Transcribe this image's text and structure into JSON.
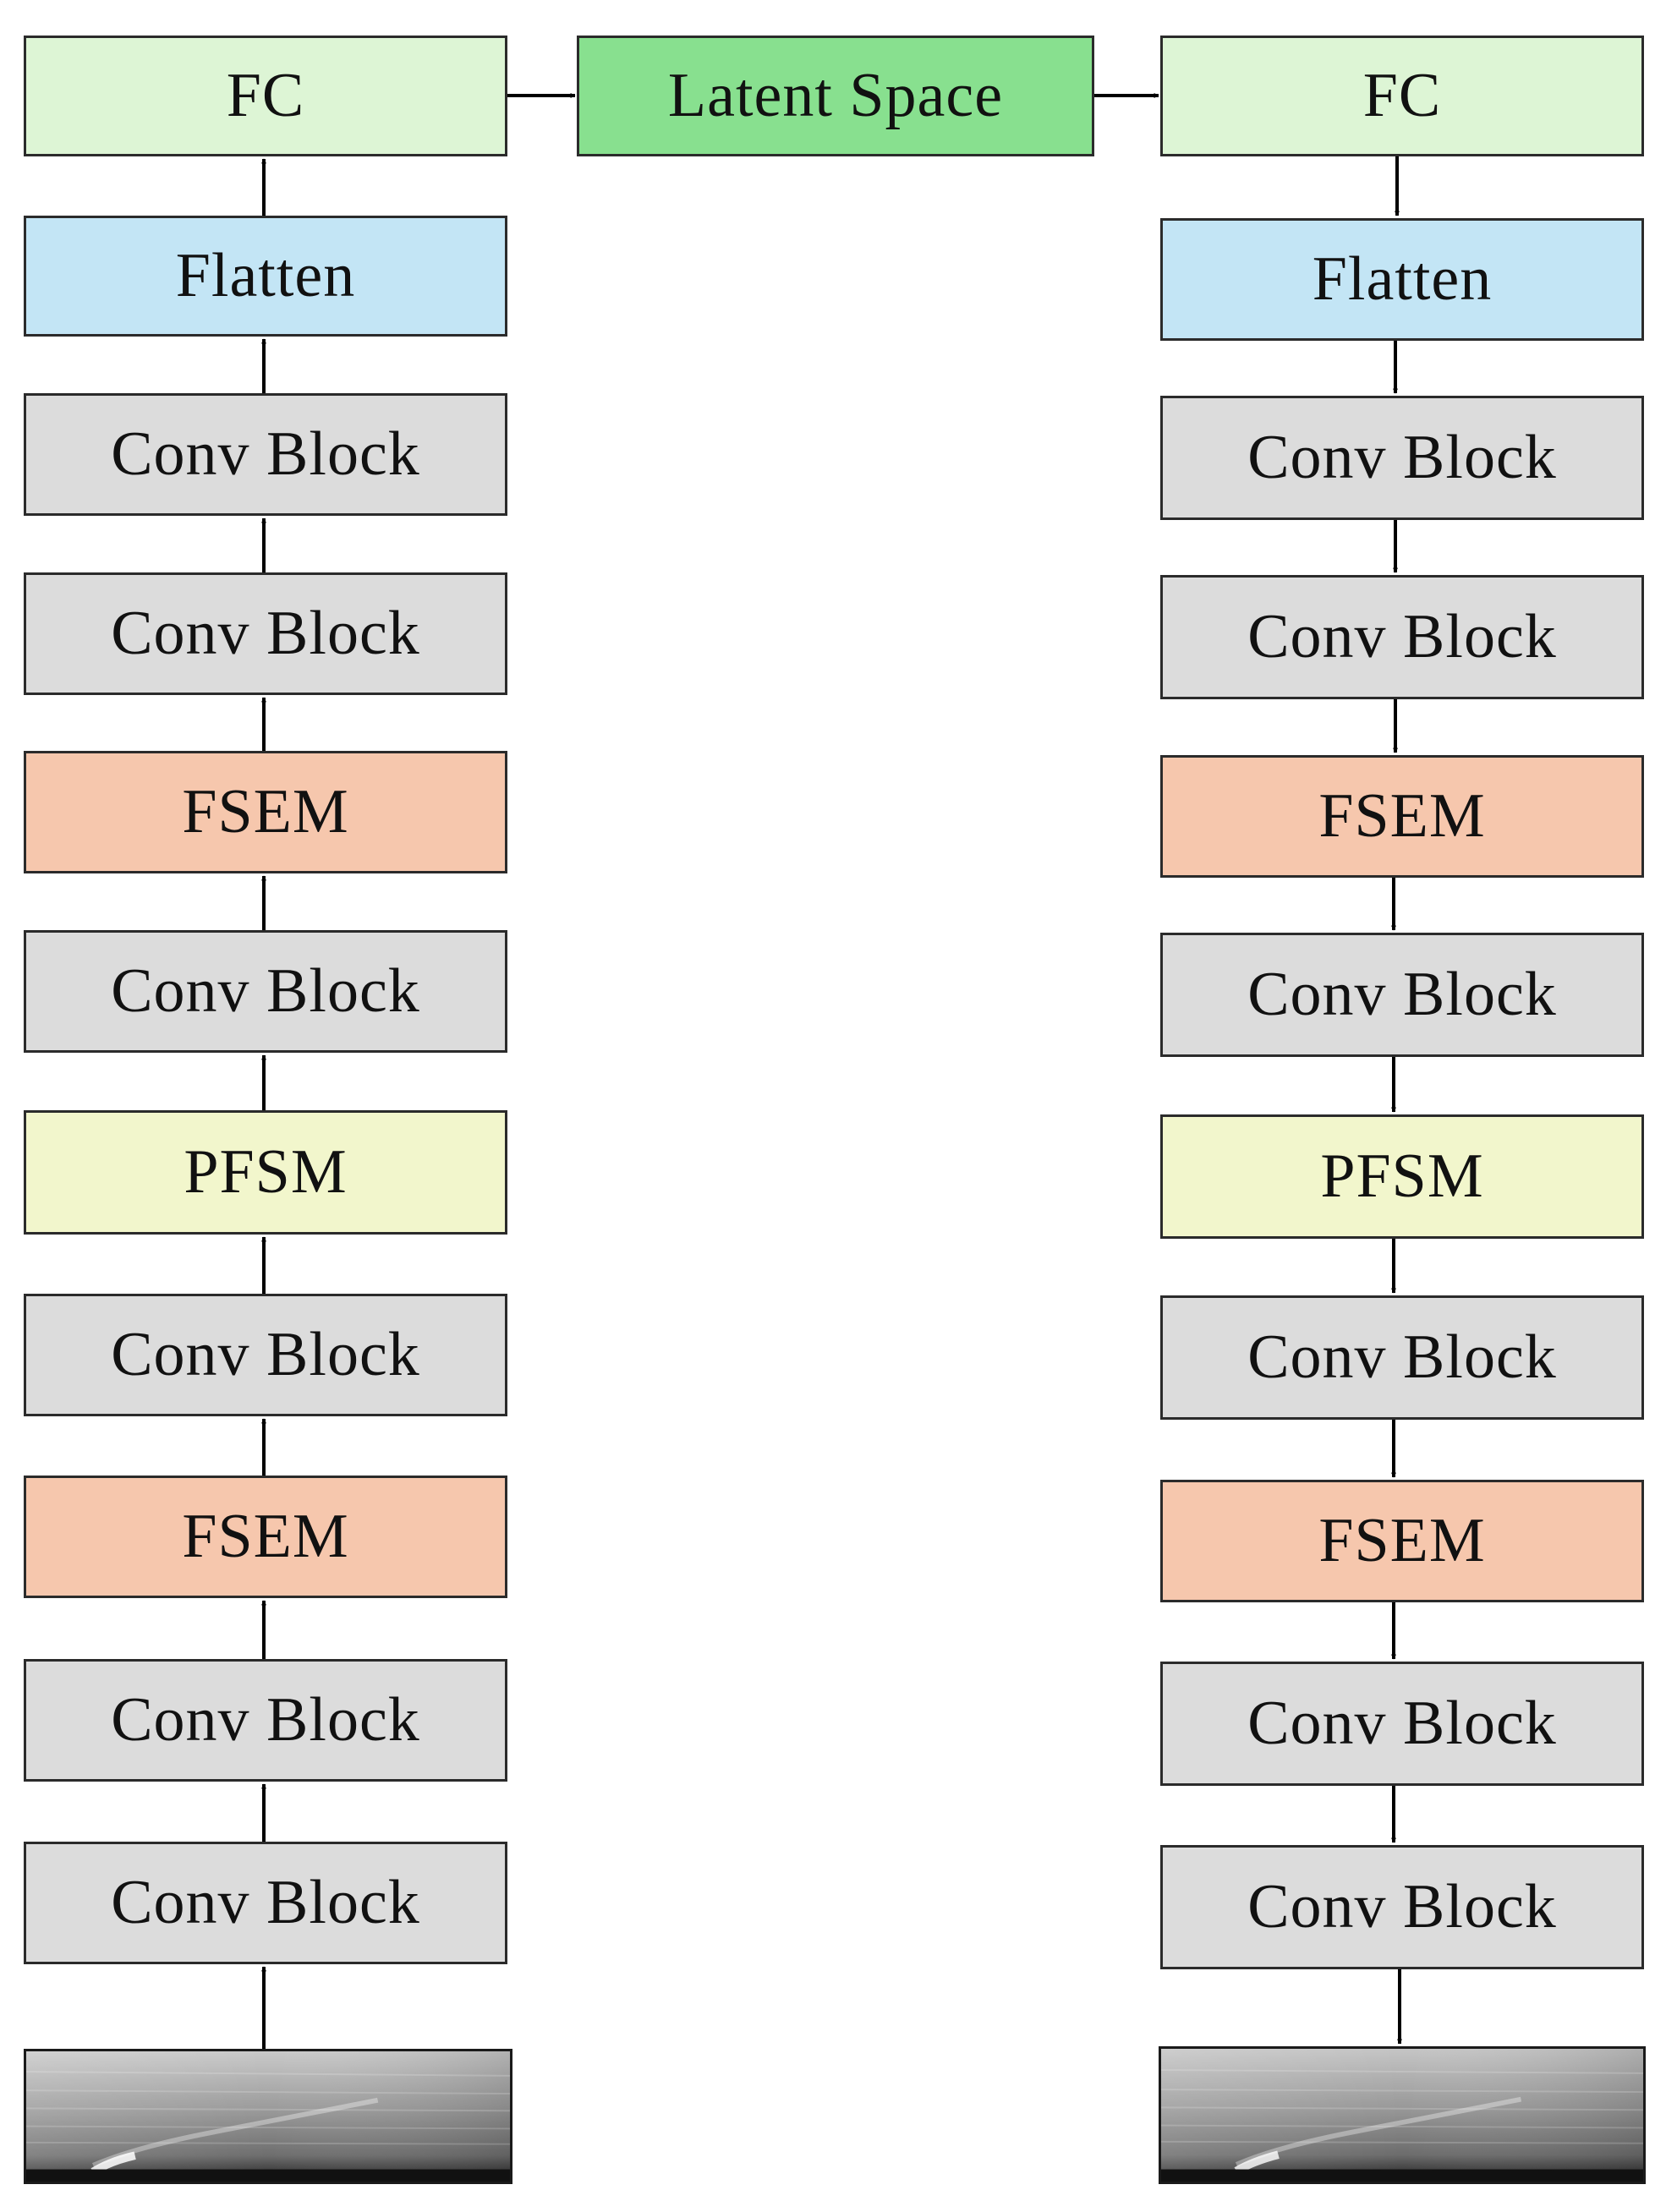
{
  "top": {
    "encoder_fc": "FC",
    "latent": "Latent Space",
    "decoder_fc": "FC"
  },
  "encoder": {
    "blocks": [
      "Flatten",
      "Conv Block",
      "Conv Block",
      "FSEM",
      "Conv Block",
      "PFSM",
      "Conv Block",
      "FSEM",
      "Conv Block",
      "Conv Block"
    ]
  },
  "decoder": {
    "blocks": [
      "Flatten",
      "Conv Block",
      "Conv Block",
      "FSEM",
      "Conv Block",
      "PFSM",
      "Conv Block",
      "FSEM",
      "Conv Block",
      "Conv Block"
    ]
  },
  "colors": {
    "fc": "#ddf5d5",
    "latent": "#88e08f",
    "flatten": "#c3e5f5",
    "conv": "#dcdcdc",
    "fsem": "#f6c7ad",
    "pfsm": "#f2f6cc"
  }
}
